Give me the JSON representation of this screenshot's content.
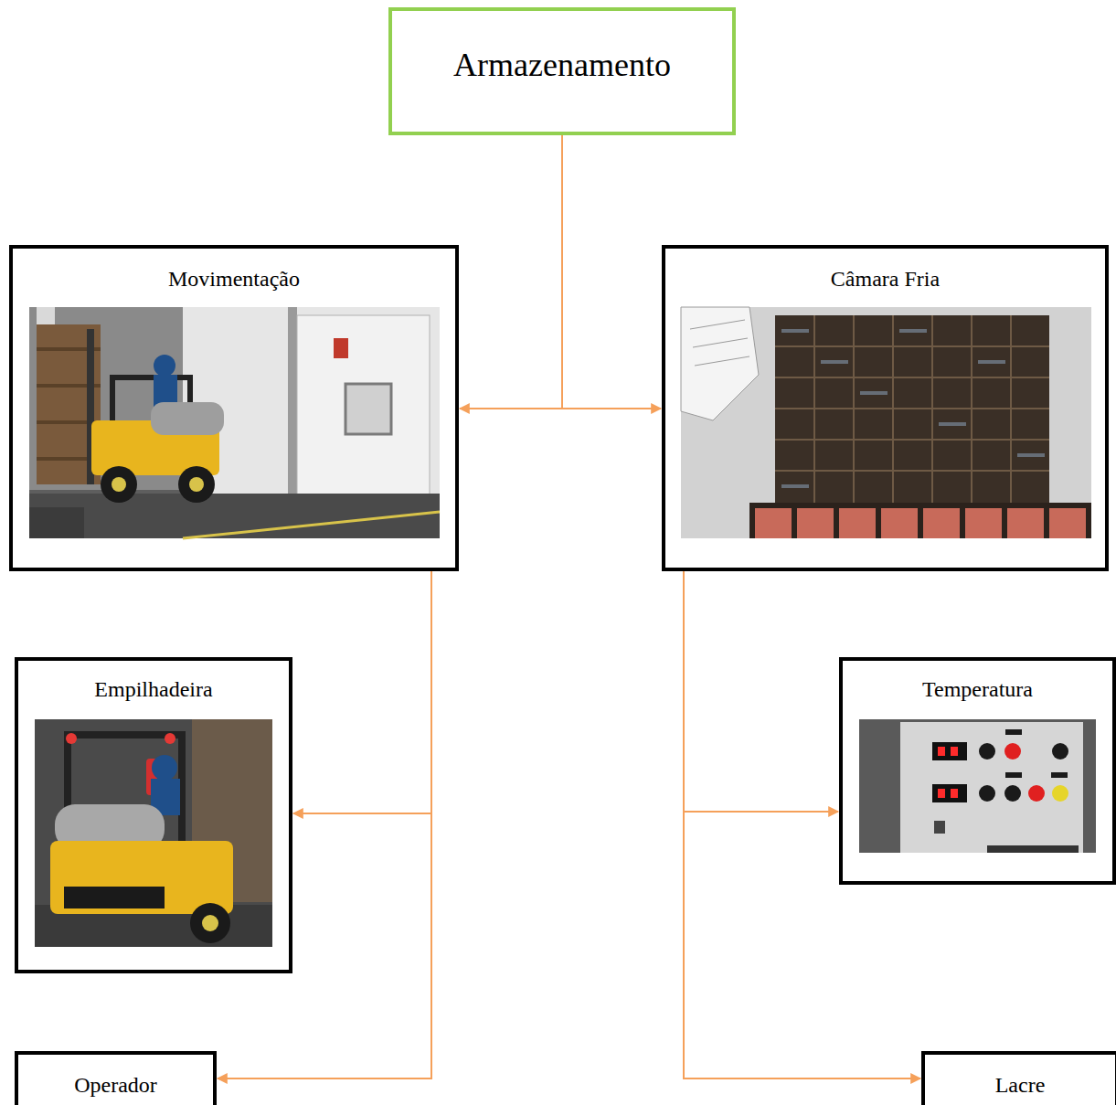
{
  "diagram": {
    "nodes": [
      {
        "text": [
          "Armazenamento"
        ]
      },
      {
        "text": [
          "Movimentação"
        ]
      },
      {
        "text": [
          "Câmara Fria"
        ]
      },
      {
        "text": [
          "Empilhadeira"
        ]
      },
      {
        "text": [
          "Temperatura"
        ]
      },
      {
        "text": [
          "Operador"
        ]
      },
      {
        "text": [
          "Lacre"
        ]
      }
    ],
    "edges": [
      {
        "from": 0,
        "to": 1,
        "arrow": "to"
      },
      {
        "from": 0,
        "to": 2,
        "arrow": "to"
      },
      {
        "from": 1,
        "to": 3,
        "arrow": "to"
      },
      {
        "from": 1,
        "to": 5,
        "arrow": "to"
      },
      {
        "from": 2,
        "to": 4,
        "arrow": "to"
      },
      {
        "from": 2,
        "to": 6,
        "arrow": "to"
      }
    ]
  }
}
